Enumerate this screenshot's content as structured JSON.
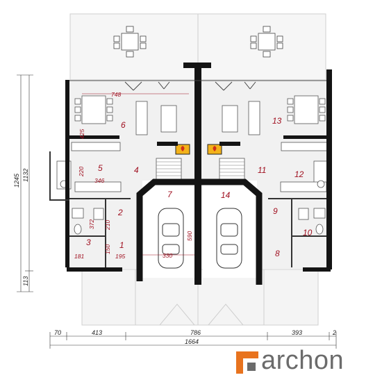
{
  "rooms": [
    "1",
    "2",
    "3",
    "4",
    "5",
    "6",
    "7",
    "8",
    "9",
    "10",
    "11",
    "12",
    "13",
    "14"
  ],
  "dims_room": [
    "748",
    "425",
    "220",
    "346",
    "372",
    "210",
    "150",
    "181",
    "195",
    "330",
    "590"
  ],
  "dims_bottom": [
    "70",
    "413",
    "786",
    "393",
    "2",
    "1664"
  ],
  "dims_left": [
    "1245",
    "1132",
    "113"
  ],
  "brand": "archon",
  "colors": {
    "accent": "#a01020",
    "wall": "#141414",
    "floor": "#f1f1f1",
    "logo_orange": "#e8731e",
    "logo_gray": "#6b6b6b"
  }
}
